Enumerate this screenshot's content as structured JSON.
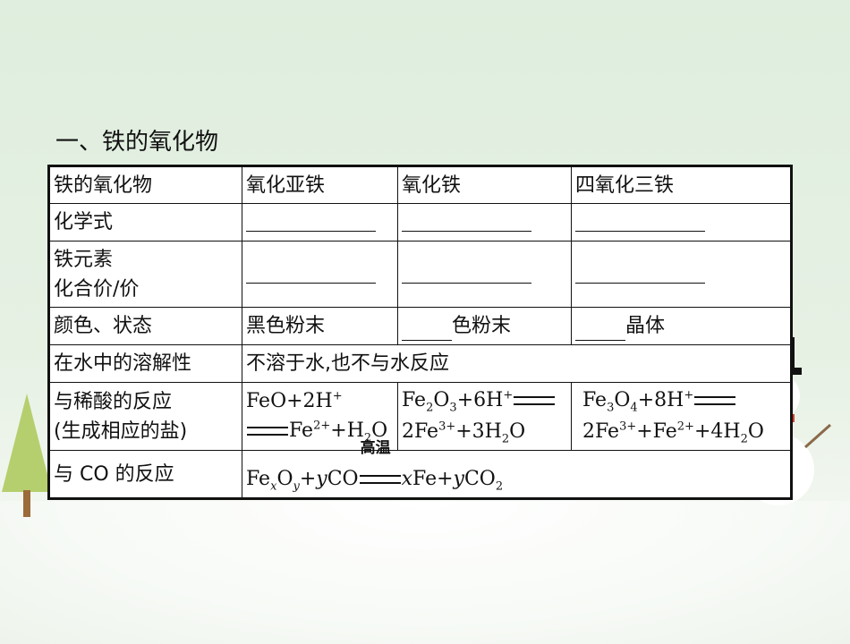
{
  "heading": "一、铁的氧化物",
  "table": {
    "header": {
      "label": "铁的氧化物",
      "feo": "氧化亚铁",
      "fe2o3": "氧化铁",
      "fe3o4": "四氧化三铁"
    },
    "rows": {
      "formula": "化学式",
      "valence_line1": "铁元素",
      "valence_line2": "化合价/价",
      "color": "颜色、状态",
      "color_feo": "黑色粉末",
      "color_fe2o3_suffix": "色粉末",
      "color_fe3o4_suffix": "晶体",
      "solubility": "在水中的溶解性",
      "solubility_value": "不溶于水,也不与水反应",
      "acid_line1": "与稀酸的反应",
      "acid_line2": "(生成相应的盐)",
      "co": "与 CO 的反应",
      "co_condition": "高温"
    }
  },
  "colors": {
    "tree_green": "#b6cf6e",
    "trunk": "#9b6b3a",
    "snowman_scarf": "#d6402a"
  },
  "icons": [
    "tree-icon",
    "snowman-icon"
  ]
}
